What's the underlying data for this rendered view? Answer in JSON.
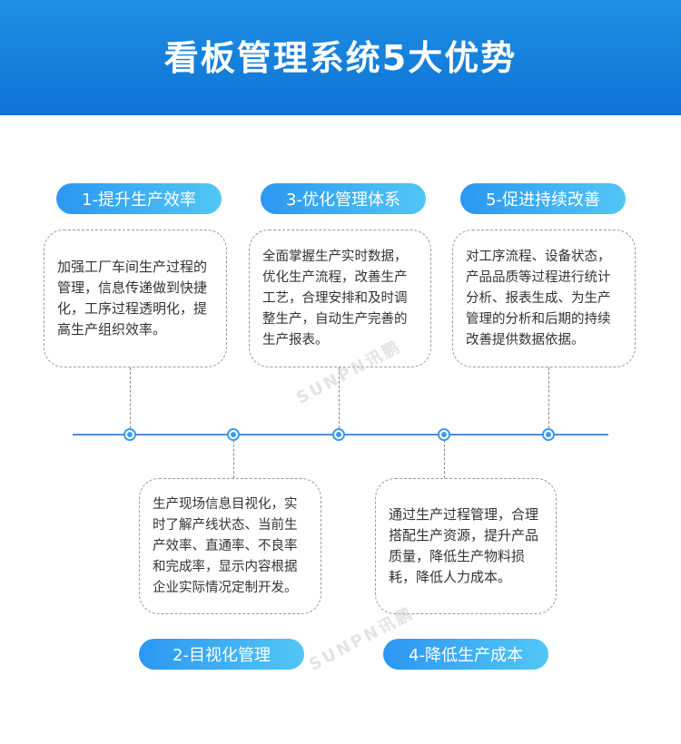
{
  "title": "看板管理系统5大优势",
  "watermark": "SUNPN讯鹏",
  "advantages": [
    {
      "label": "1-提升生产效率",
      "text": "加强工厂车间生产过程的管理，信息传递做到快捷化，工序过程透明化，提高生产组织效率。"
    },
    {
      "label": "2-目视化管理",
      "text": "生产现场信息目视化，实时了解产线状态、当前生产效率、直通率、不良率和完成率，显示内容根据企业实际情况定制开发。"
    },
    {
      "label": "3-优化管理体系",
      "text": "全面掌握生产实时数据，优化生产流程，改善生产工艺，合理安排和及时调整生产，自动生产完善的生产报表。"
    },
    {
      "label": "4-降低生产成本",
      "text": "通过生产过程管理，合理搭配生产资源，提升产品质量，降低生产物料损耗，降低人力成本。"
    },
    {
      "label": "5-促进持续改善",
      "text": "对工序流程、设备状态，产品品质等过程进行统计分析、报表生成、为生产管理的分析和后期的持续改善提供数据依据。"
    }
  ],
  "colors": {
    "header": "#0f73d6",
    "pill_start": "#2b97f2",
    "pill_end": "#52c7f5",
    "timeline": "#4a90d9"
  }
}
